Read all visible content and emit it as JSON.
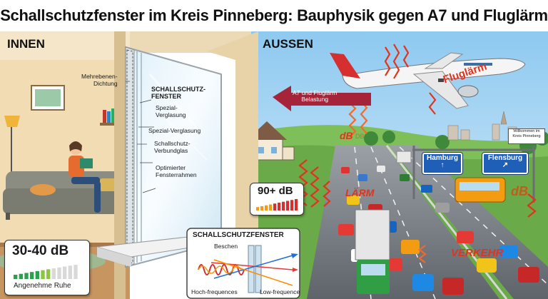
{
  "title": "Schallschutzfenster im Kreis Pinneberg: Bauphysik gegen A7 und Fluglärm",
  "sections": {
    "inside": "INNEN",
    "outside": "AUSSEN"
  },
  "window_labels": {
    "multi_seal": "Mehrebenen-\nDichtung",
    "window_title": "SCHALLSCHUTZ-\nFENSTER",
    "special_glazing_1": "Spezial-\nVerglasung",
    "special_glazing_2": "Spezial-Verglasung",
    "laminated_glass": "Schallschutz-\nVerbundglas",
    "frame": "Optimierter\nFensterrahmen"
  },
  "inside_badge": {
    "value": "30-40 dB",
    "caption": "Angenehme Ruhe",
    "level_bars_filled_fraction": 0.55
  },
  "outside_badge": {
    "value": "90+ dB",
    "level_bars_filled_fraction": 1.0
  },
  "arrow_label": "A7 und Fluglärm\nBelastung",
  "noise_words": {
    "flight": "Fluglärm",
    "db_top": "dB",
    "db_top_faint": "DB",
    "laerm": "LÄRM",
    "db_right": "dB",
    "verkehr": "VERKEHR"
  },
  "road_signs": {
    "left": "Hamburg",
    "left_arrow": "↑",
    "right": "Flensburg",
    "right_arrow": "↗"
  },
  "town_sign": "Willkommen im\nKreis Pinneberg",
  "inset": {
    "title": "SCHALLSCHUTZFENSTER",
    "top_label": "Beschen",
    "left_label": "Hoch-frequences",
    "right_label": "Low-frequence"
  },
  "colors": {
    "accent_red": "#e0341d",
    "sign_blue": "#1f5fb8",
    "wall_beige": "#f1dcb4"
  }
}
